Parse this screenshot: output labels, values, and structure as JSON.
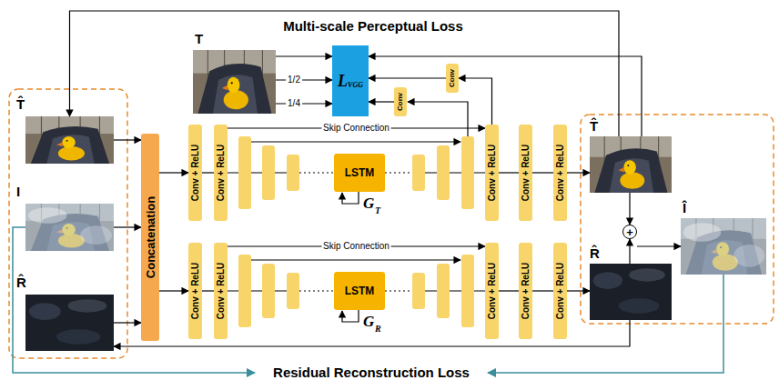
{
  "diagram": {
    "nodes": [
      {
        "text": [
          "T"
        ]
      },
      {
        "text": [
          "L",
          "VGG"
        ]
      },
      {
        "text": [
          "Conv"
        ]
      },
      {
        "text": [
          "Conv"
        ]
      },
      {
        "text": [
          "T̂"
        ]
      },
      {
        "text": [
          "I"
        ]
      },
      {
        "text": [
          "R̂"
        ]
      },
      {
        "text": [
          "Concatenation"
        ]
      },
      {
        "text": [
          "Conv + ReLU"
        ]
      },
      {
        "text": [
          "Conv + ReLU"
        ]
      },
      {
        "text": [
          "LSTM"
        ]
      },
      {
        "text": [
          "Conv + ReLU"
        ]
      },
      {
        "text": [
          "Conv + ReLU"
        ]
      },
      {
        "text": [
          "Conv + ReLU"
        ]
      },
      {
        "text": [
          "Conv + ReLU"
        ]
      },
      {
        "text": [
          "Conv + ReLU"
        ]
      },
      {
        "text": [
          "LSTM"
        ]
      },
      {
        "text": [
          "Conv + ReLU"
        ]
      },
      {
        "text": [
          "Conv + ReLU"
        ]
      },
      {
        "text": [
          "Conv + ReLU"
        ]
      },
      {
        "text": [
          "T̂"
        ]
      },
      {
        "text": [
          "Î"
        ]
      },
      {
        "text": [
          "R̂"
        ]
      },
      {
        "text": [
          "+"
        ]
      }
    ],
    "edges": [
      {
        "from": 4,
        "to": 7,
        "arrow": "to"
      },
      {
        "from": 5,
        "to": 7,
        "arrow": "to"
      },
      {
        "from": 6,
        "to": 7,
        "arrow": "to"
      },
      {
        "from": 7,
        "to": 8,
        "arrow": "to"
      },
      {
        "from": 8,
        "to": 9,
        "arrow": "none"
      },
      {
        "from": 9,
        "to": 11,
        "label": "Skip Connection",
        "arrow": "to"
      },
      {
        "from": 11,
        "to": 12,
        "arrow": "none"
      },
      {
        "from": 12,
        "to": 13,
        "arrow": "none"
      },
      {
        "from": 13,
        "to": 20,
        "arrow": "to"
      },
      {
        "from": 7,
        "to": 14,
        "arrow": "to"
      },
      {
        "from": 14,
        "to": 15,
        "arrow": "none"
      },
      {
        "from": 15,
        "to": 17,
        "label": "Skip Connection",
        "arrow": "to"
      },
      {
        "from": 17,
        "to": 18,
        "arrow": "none"
      },
      {
        "from": 18,
        "to": 19,
        "arrow": "none"
      },
      {
        "from": 19,
        "to": 22,
        "arrow": "to"
      },
      {
        "from": 0,
        "to": 1,
        "arrow": "to"
      },
      {
        "from": 0,
        "to": 1,
        "label": "1/2",
        "arrow": "to"
      },
      {
        "from": 0,
        "to": 1,
        "label": "1/4",
        "arrow": "to"
      },
      {
        "from": 2,
        "to": 1,
        "arrow": "to"
      },
      {
        "from": 3,
        "to": 1,
        "arrow": "to"
      },
      {
        "from": 11,
        "to": 2,
        "arrow": "to"
      },
      {
        "from": 20,
        "to": 1,
        "arrow": "to"
      },
      {
        "from": 20,
        "to": 4,
        "arrow": "to"
      },
      {
        "from": 20,
        "to": 23,
        "arrow": "to"
      },
      {
        "from": 22,
        "to": 23,
        "arrow": "to"
      },
      {
        "from": 23,
        "to": 21,
        "arrow": "to"
      },
      {
        "from": 22,
        "to": 6,
        "arrow": "to"
      }
    ],
    "labels": [
      "Multi-scale Perceptual Loss",
      "G",
      "T",
      "G",
      "R",
      "Residual Reconstruction Loss"
    ]
  }
}
